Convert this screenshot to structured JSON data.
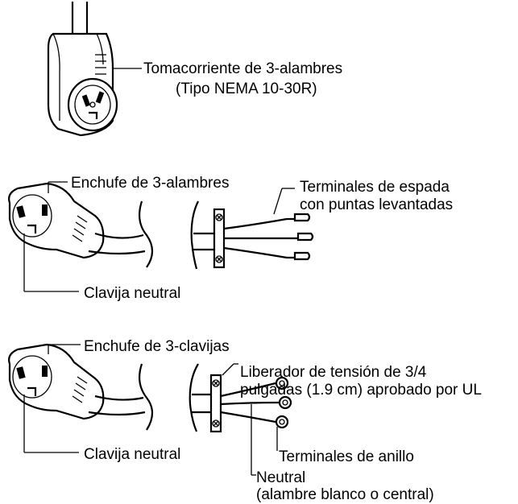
{
  "section_receptacle": {
    "label_line1": "Tomacorriente de 3-alambres",
    "label_line2": "(Tipo NEMA 10-30R)"
  },
  "section_spade": {
    "plug_label": "Enchufe de 3-alambres",
    "terminals_line1": "Terminales de espada",
    "terminals_line2": "con puntas levantadas",
    "neutral_label": "Clavija neutral"
  },
  "section_ring": {
    "plug_label": "Enchufe de 3-clavijas",
    "strain_line1": "Liberador de tensión de 3/4",
    "strain_line2": "pulgadas (1.9 cm) aprobado por UL",
    "terminals_label": "Terminales de anillo",
    "neutral_label": "Clavija neutral",
    "neutral_wire_line1": "Neutral",
    "neutral_wire_line2": "(alambre blanco o central)"
  }
}
